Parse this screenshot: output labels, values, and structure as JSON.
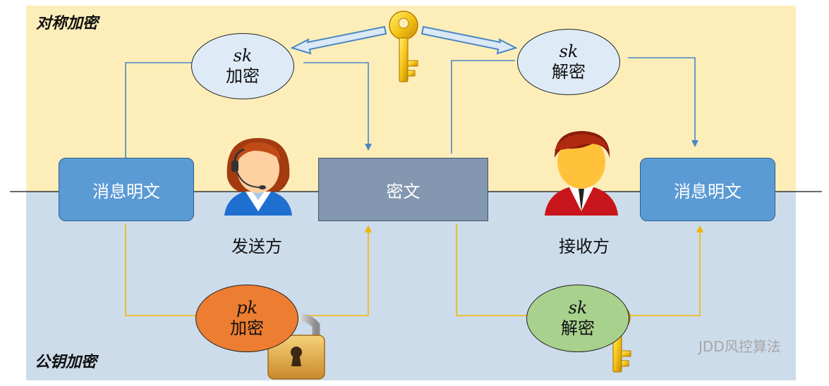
{
  "sections": {
    "symmetric": "对称加密",
    "public_key": "公钥加密"
  },
  "boxes": {
    "plaintext_left": "消息明文",
    "ciphertext": "密文",
    "plaintext_right": "消息明文"
  },
  "ellipses": {
    "sym_encrypt": {
      "key": "sk",
      "action": "加密"
    },
    "sym_decrypt": {
      "key": "sk",
      "action": "解密"
    },
    "pub_encrypt": {
      "key": "pk",
      "action": "加密"
    },
    "pub_decrypt": {
      "key": "sk",
      "action": "解密"
    }
  },
  "roles": {
    "sender": "发送方",
    "receiver": "接收方"
  },
  "watermark": "JDD风控算法",
  "colors": {
    "symmetric_bg": "#fdeeb9",
    "public_bg": "#cddceb",
    "sym_arrow": "#5b9bd5",
    "pub_arrow": "#ffc000",
    "key_gold": "#f5c518",
    "lock_gold": "#e8b43c"
  },
  "icons": [
    "key-icon",
    "sender-avatar-icon",
    "receiver-avatar-icon",
    "lock-icon"
  ]
}
